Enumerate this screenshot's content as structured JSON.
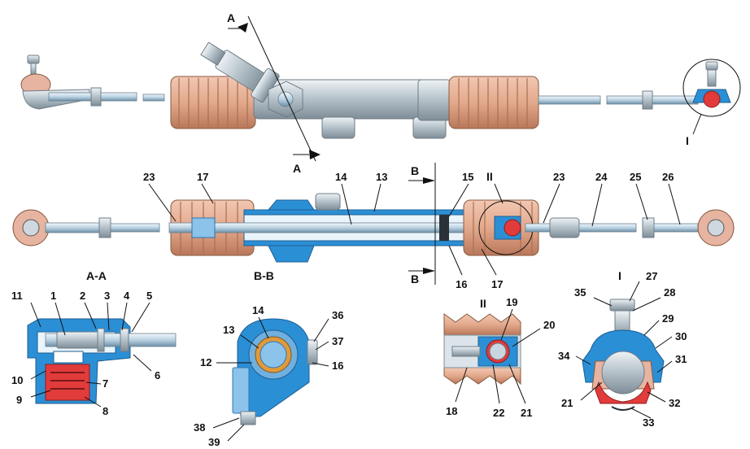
{
  "section_titles": {
    "aa": "А-А",
    "bb": "В-В",
    "detail2": "II",
    "detail1": "I"
  },
  "section_markers": {
    "a_top": "А",
    "a_bottom": "А",
    "b_top": "В",
    "b_bottom": "В",
    "detail1_callout": "I",
    "detail2_callout": "II"
  },
  "callouts": {
    "main": [
      "23",
      "17",
      "14",
      "13",
      "15",
      "23",
      "24",
      "25",
      "26",
      "16",
      "17"
    ],
    "aa": [
      "11",
      "1",
      "2",
      "3",
      "4",
      "5",
      "10",
      "9",
      "7",
      "8",
      "6"
    ],
    "bb": [
      "14",
      "13",
      "12",
      "36",
      "37",
      "16",
      "38",
      "39"
    ],
    "detail2": [
      "19",
      "20",
      "18",
      "22",
      "21"
    ],
    "detail1": [
      "27",
      "28",
      "35",
      "29",
      "30",
      "34",
      "31",
      "21",
      "32",
      "33"
    ]
  },
  "colors": {
    "boot": "#e3a98c",
    "metal": "#c9d3da",
    "blue": "#2b8fd6",
    "red": "#e23b3b"
  }
}
